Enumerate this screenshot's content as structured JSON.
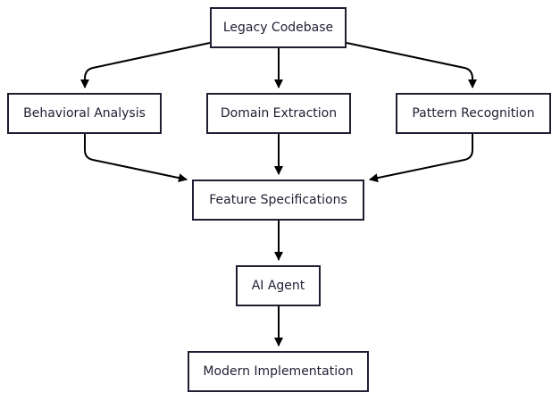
{
  "diagram": {
    "type": "flowchart",
    "colors": {
      "stroke": "#1f1f33",
      "text": "#1f1f33",
      "background": "#ffffff"
    },
    "nodes": {
      "legacy_codebase": "Legacy Codebase",
      "behavioral_analysis": "Behavioral Analysis",
      "domain_extraction": "Domain Extraction",
      "pattern_recognition": "Pattern Recognition",
      "feature_specifications": "Feature Specifications",
      "ai_agent": "AI Agent",
      "modern_implementation": "Modern Implementation"
    },
    "edges": [
      {
        "from": "legacy_codebase",
        "to": "behavioral_analysis"
      },
      {
        "from": "legacy_codebase",
        "to": "domain_extraction"
      },
      {
        "from": "legacy_codebase",
        "to": "pattern_recognition"
      },
      {
        "from": "behavioral_analysis",
        "to": "feature_specifications"
      },
      {
        "from": "domain_extraction",
        "to": "feature_specifications"
      },
      {
        "from": "pattern_recognition",
        "to": "feature_specifications"
      },
      {
        "from": "feature_specifications",
        "to": "ai_agent"
      },
      {
        "from": "ai_agent",
        "to": "modern_implementation"
      }
    ]
  }
}
